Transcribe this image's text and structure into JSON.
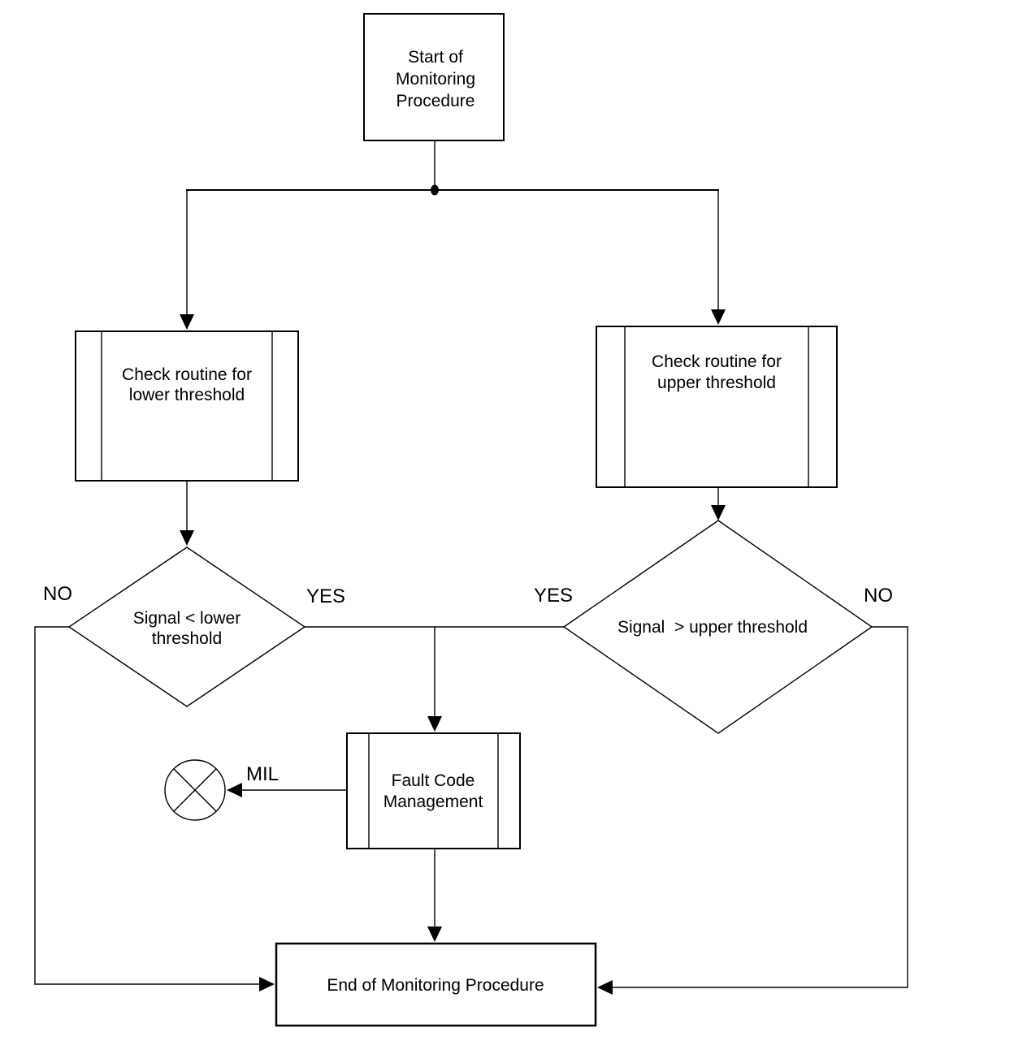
{
  "diagram": {
    "nodes": {
      "start": {
        "shape": "process",
        "lines": [
          "Start of",
          "Monitoring",
          "Procedure"
        ]
      },
      "check_lower": {
        "shape": "predefined-process",
        "lines": [
          "Check routine for",
          "lower threshold"
        ]
      },
      "check_upper": {
        "shape": "predefined-process",
        "lines": [
          "Check routine for",
          "upper threshold"
        ]
      },
      "decision_lower": {
        "shape": "decision",
        "lines": [
          "Signal < lower",
          "threshold"
        ]
      },
      "decision_upper": {
        "shape": "decision",
        "lines": [
          "Signal  > upper threshold"
        ]
      },
      "fault_code": {
        "shape": "predefined-process",
        "lines": [
          "Fault Code",
          "Management"
        ]
      },
      "end": {
        "shape": "process",
        "lines": [
          "End of Monitoring Procedure"
        ]
      },
      "mil_lamp": {
        "shape": "crossed-circle-indicator"
      }
    },
    "edge_labels": {
      "decision_lower_no": "NO",
      "decision_lower_yes": "YES",
      "decision_upper_yes": "YES",
      "decision_upper_no": "NO",
      "mil": "MIL"
    },
    "colors": {
      "stroke": "#000000",
      "text": "#000000",
      "background": "#ffffff"
    }
  }
}
